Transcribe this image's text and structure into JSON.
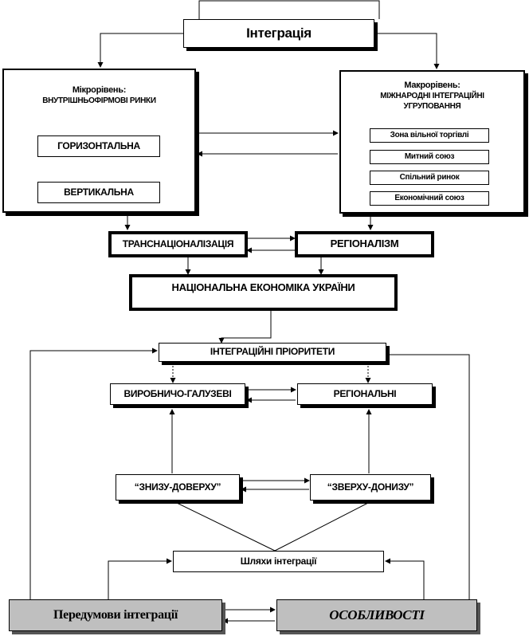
{
  "title": "Інтеграція",
  "micro": {
    "title_line1": "Мікрорівень:",
    "title_line2": "внутрішньофірмові ринки",
    "horizontal": "Горизонтальна",
    "vertical": "Вертикальна"
  },
  "macro": {
    "title_line1": "Макрорівень:",
    "title_line2": "міжнародні інтеграційні",
    "title_line3": "угруповання",
    "stages": [
      "Зона вільної торгівлі",
      "Митний союз",
      "Спільний ринок",
      "Економічний союз"
    ]
  },
  "transnationalization": "Транснаціоналізація",
  "regionalism": "Регіоналізм",
  "national_economy": "Національна економіка України",
  "priorities": "Інтеграційні пріоритети",
  "sectoral": "Виробничо-галузеві",
  "regional": "Регіональні",
  "bottom_up": "“Знизу-доверху”",
  "top_down": "“Зверху-донизу”",
  "paths": "Шляхи інтеграції",
  "prerequisites": "Передумови інтеграції",
  "features": "ОСОБЛИВОСТІ"
}
